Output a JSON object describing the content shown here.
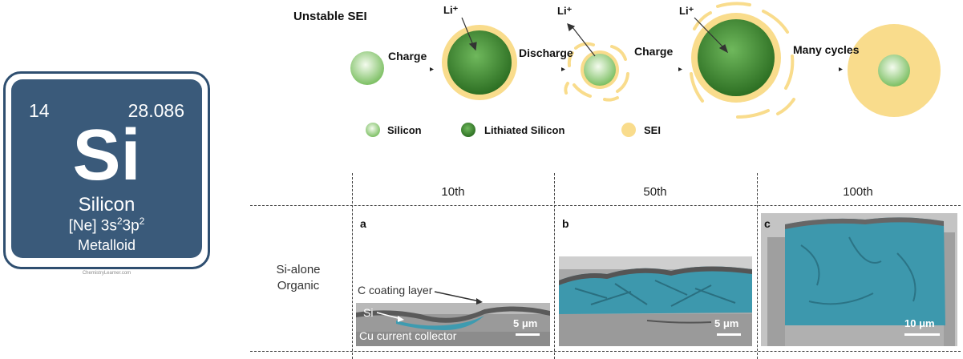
{
  "element": {
    "atomic_number": "14",
    "atomic_mass": "28.086",
    "symbol": "Si",
    "name": "Silicon",
    "config_core": "[Ne] 3s",
    "config_sup1": "2",
    "config_mid": "3p",
    "config_sup2": "2",
    "category": "Metalloid",
    "credit": "ChemistryLearner.com"
  },
  "scheme": {
    "title": "Unstable SEI",
    "steps": [
      "Charge",
      "Discharge",
      "Charge",
      "Many cycles"
    ],
    "ion_label": "Li⁺",
    "legend": [
      "Silicon",
      "Lithiated Silicon",
      "SEI"
    ],
    "colors": {
      "silicon": "#9ed48a",
      "lithiated": "#3f8f32",
      "sei": "#f9dc8c"
    }
  },
  "table": {
    "columns": [
      "10th",
      "50th",
      "100th"
    ],
    "row_label_1": "Si-alone",
    "row_label_2": "Organic",
    "panels": [
      {
        "letter": "a",
        "scale": "5 μm",
        "coating_label": "C coating layer",
        "si_label": "Si",
        "collector_label": "Cu current collector"
      },
      {
        "letter": "b",
        "scale": "5 μm"
      },
      {
        "letter": "c",
        "scale": "10 μm"
      }
    ]
  }
}
